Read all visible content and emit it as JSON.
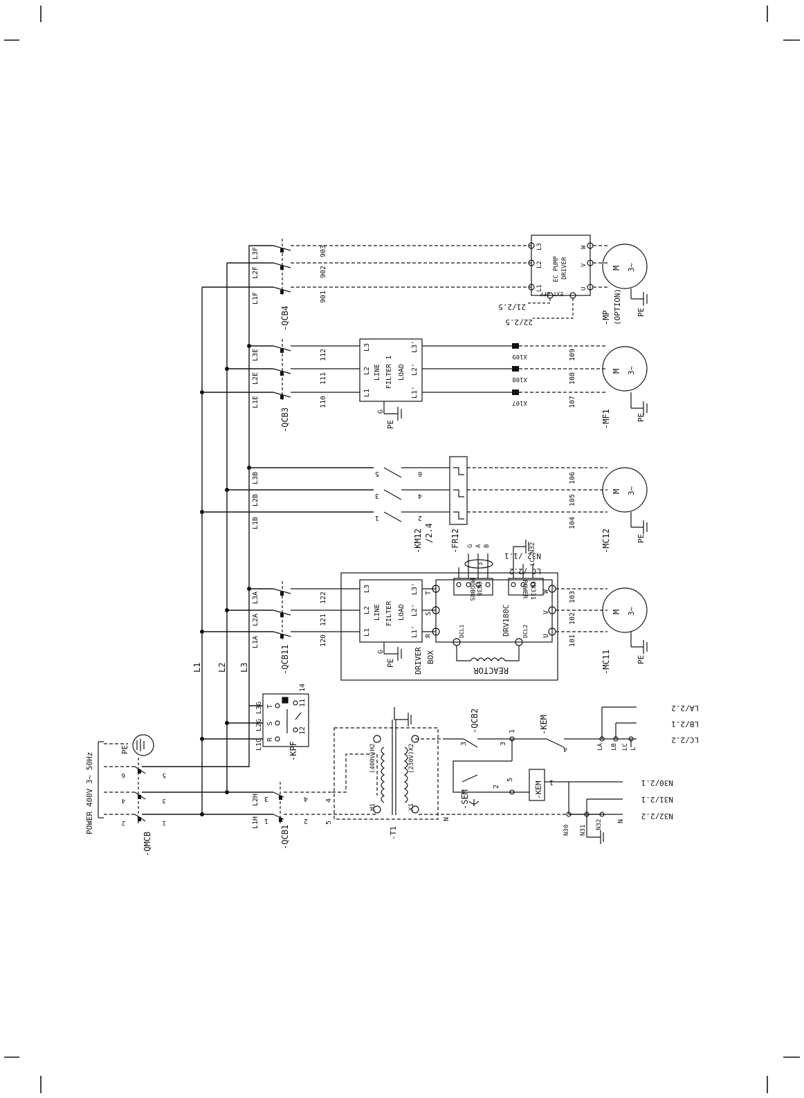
{
  "header": {
    "power": "POWER 400V 3~ 50Hz",
    "pe": "PE"
  },
  "buses": [
    "L1",
    "L2",
    "L3"
  ],
  "breakers": {
    "qmcb": "-QMCB",
    "qcb1": "-QCB1",
    "qcb11": "-QCB11",
    "qcb3": "-QCB3",
    "qcb4": "-QCB4",
    "qcb2": "-QCB2",
    "km12": "-KM12",
    "km12_ref": "/2.4",
    "fr12": "-FR12",
    "kpf": "-KPF",
    "sem": "-SEM",
    "kem": "-KEM",
    "t1": "-T1"
  },
  "terminals": {
    "g": [
      "L1G",
      "L2G",
      "L3G"
    ],
    "h": [
      "L1H",
      "L2H"
    ],
    "a": [
      "L1A",
      "L2A",
      "L3A"
    ],
    "b": [
      "L1B",
      "L2B",
      "L3B"
    ],
    "e": [
      "L1E",
      "L2E",
      "L3E"
    ],
    "f": [
      "L1F",
      "L2F",
      "L3F"
    ]
  },
  "pins": [
    "1",
    "2",
    "3",
    "4",
    "5",
    "6"
  ],
  "wires": {
    "mc11": [
      "120",
      "121",
      "122"
    ],
    "mc11_out": [
      "101",
      "102",
      "103"
    ],
    "mc12": [
      "104",
      "105",
      "106"
    ],
    "mf1_in": [
      "110",
      "111",
      "112"
    ],
    "mf1_out": [
      "107",
      "108",
      "109"
    ],
    "mp": [
      "901",
      "902",
      "903"
    ]
  },
  "connectors": [
    "X107",
    "X108",
    "X109"
  ],
  "filter": {
    "line": "LINE",
    "filter": "FILTER",
    "filter1": "FILTER 1",
    "load": "LOAD",
    "in": [
      "L1",
      "L2",
      "L3"
    ],
    "out": [
      "L1'",
      "L2'",
      "L3'"
    ],
    "g": "G"
  },
  "driver": {
    "name": "DRV180C",
    "box1": "DRIVER",
    "box2": "BOX",
    "reactor": "REACTOR",
    "dcl1": "DCL1",
    "dcl2": "DCL2",
    "rst": [
      "R",
      "S",
      "T"
    ],
    "uvw": [
      "U",
      "V",
      "W"
    ],
    "modbus": "MODBUS",
    "cn38": "CN38",
    "power": "POWER",
    "cn331": "CN331",
    "modbus_pins": [
      "1",
      "2",
      "3",
      "4"
    ],
    "gab": [
      "G",
      "A",
      "B"
    ],
    "cable": "3",
    "power_pins": [
      "1",
      "3",
      "5"
    ],
    "lc": "LC",
    "n32": "N32",
    "n32_ref": "N32 /1.1",
    "lc_ref": "LC /2.2"
  },
  "kpf_box": {
    "rst": [
      "R",
      "S",
      "T"
    ],
    "pins": [
      "11",
      "12",
      "14"
    ]
  },
  "transformer": {
    "h1": "H1",
    "h2": "(400V)H2",
    "x1": "X1",
    "x2": "(230V)X2"
  },
  "control": {
    "n": "N",
    "l": "L",
    "nodes": [
      "N30",
      "N31",
      "N32"
    ],
    "abc": [
      "LA",
      "LB",
      "LC"
    ],
    "refs_n": [
      "N30/2.1",
      "N31/2.1",
      "N32/2.2"
    ],
    "refs_l": [
      "LA/2.2",
      "LB/2.1",
      "LC/2.2"
    ],
    "kem_pins": [
      "1",
      "5"
    ],
    "pin3": "3",
    "pin4": "4"
  },
  "motors": {
    "mc11": "-MC11",
    "mc12": "-MC12",
    "mf1": "-MF1",
    "mp": "-MP",
    "option": "(OPTION)",
    "m": "M",
    "phase": "3~",
    "pe": "PE"
  },
  "pump": {
    "title1": "EC PUMP",
    "title2": "DRIVER",
    "ext": "EXT OFF",
    "l": [
      "L1",
      "L2",
      "L3"
    ],
    "uvw": [
      "U",
      "V",
      "W"
    ],
    "refs": [
      "21/2.5",
      "22/2.5"
    ]
  }
}
